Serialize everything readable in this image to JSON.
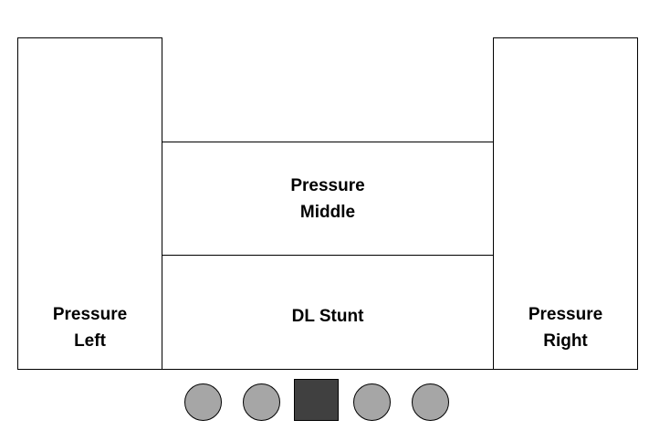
{
  "zones": {
    "left": {
      "label": "Pressure\nLeft"
    },
    "middle": {
      "label": "Pressure\nMiddle"
    },
    "stunt": {
      "label": "DL Stunt"
    },
    "right": {
      "label": "Pressure\nRight"
    }
  },
  "markers": {
    "circle_color": "#a6a6a6",
    "square_color": "#404040",
    "sequence": [
      "circle",
      "circle",
      "square",
      "circle",
      "circle"
    ]
  }
}
